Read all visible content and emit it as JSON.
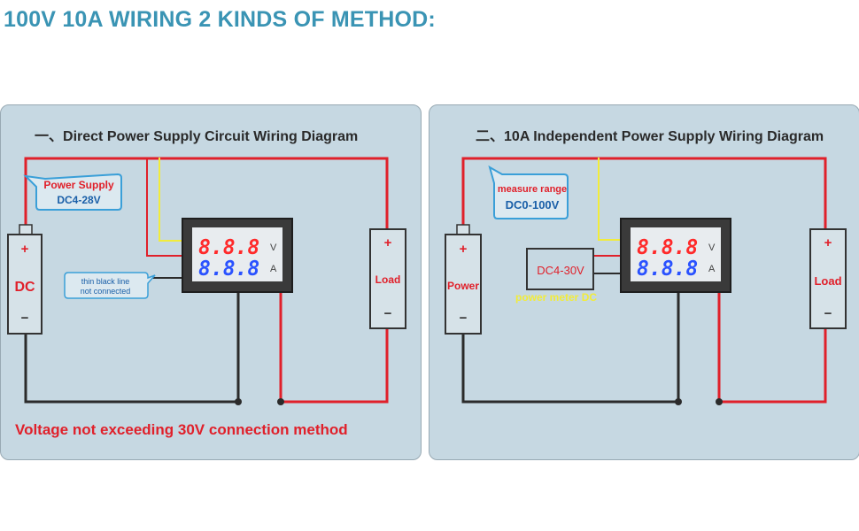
{
  "page_title": "100V 10A WIRING 2 KINDS OF METHOD:",
  "colors": {
    "title": "#3a94b4",
    "panel_bg": "#c6d8e2",
    "wire_red": "#e0202a",
    "wire_black": "#2b2b2b",
    "wire_yellow": "#f2ec3a",
    "callout_border": "#3a9fd8",
    "callout_text_red": "#e0202a",
    "callout_text_blue": "#1a5fa8",
    "display_red": "#ff2a2a",
    "display_blue": "#2a52ff"
  },
  "diagram1": {
    "title_prefix": "一、",
    "title": "Direct Power Supply Circuit Wiring Diagram",
    "callout_line1": "Power Supply",
    "callout_line2": "DC4-28V",
    "source_label": "DC",
    "plus": "+",
    "minus": "−",
    "load_label": "Load",
    "display_volt": "8.8.8",
    "display_amp": "8.8.8",
    "unit_v": "V",
    "unit_a": "A",
    "note_line1": "thin black line",
    "note_line2": "not connected",
    "bottom_note": "Voltage not exceeding 30V connection method"
  },
  "diagram2": {
    "title_prefix": "二、",
    "title": "10A Independent Power Supply Wiring Diagram",
    "callout_line1": "measure range",
    "callout_line2": "DC0-100V",
    "source_label": "Power",
    "plus": "+",
    "minus": "−",
    "load_label": "Load",
    "aux_supply_label": "DC4-30V",
    "aux_supply_caption": "power meter DC",
    "display_volt": "8.8.8",
    "display_amp": "8.8.8",
    "unit_v": "V",
    "unit_a": "A"
  }
}
